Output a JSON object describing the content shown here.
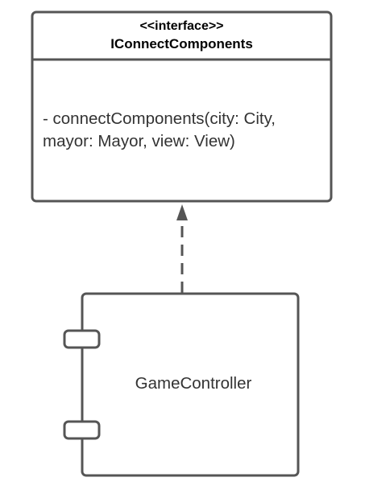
{
  "interface": {
    "stereotype": "<<interface>>",
    "name": "IConnectComponents",
    "method_line1": "- connectComponents(city: City,",
    "method_line2": "mayor: Mayor, view: View)"
  },
  "component": {
    "name": "GameController"
  },
  "relationship": {
    "type": "realization",
    "from": "GameController",
    "to": "IConnectComponents"
  },
  "colors": {
    "stroke": "#555555",
    "text": "#333333",
    "background": "#ffffff"
  }
}
